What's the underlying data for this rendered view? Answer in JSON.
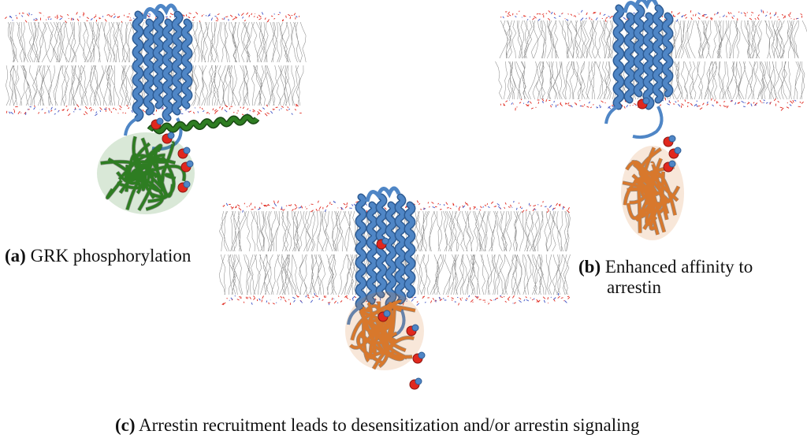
{
  "panels": [
    {
      "id": "a",
      "letter": "(a)",
      "caption": "GRK phosphorylation",
      "partner": "GRK",
      "partner_color": "#2e7d22"
    },
    {
      "id": "b",
      "letter": "(b)",
      "caption_line1": "Enhanced affinity to",
      "caption_line2": "arrestin",
      "partner": "arrestin",
      "partner_color": "#d8782c"
    },
    {
      "id": "c",
      "letter": "(c)",
      "caption": "Arrestin recruitment leads to desensitization and/or arrestin signaling",
      "partner": "arrestin",
      "partner_color": "#d8782c"
    }
  ],
  "colors": {
    "receptor": "#4f86c6",
    "receptor_dark": "#2d5b93",
    "grk": "#2e7d22",
    "arrestin": "#d8782c",
    "phosphate": "#e0281e",
    "lipid_tail": "#7a7a7a",
    "lipid_head_red": "#e0281e",
    "lipid_head_blue": "#3a4fc4"
  }
}
